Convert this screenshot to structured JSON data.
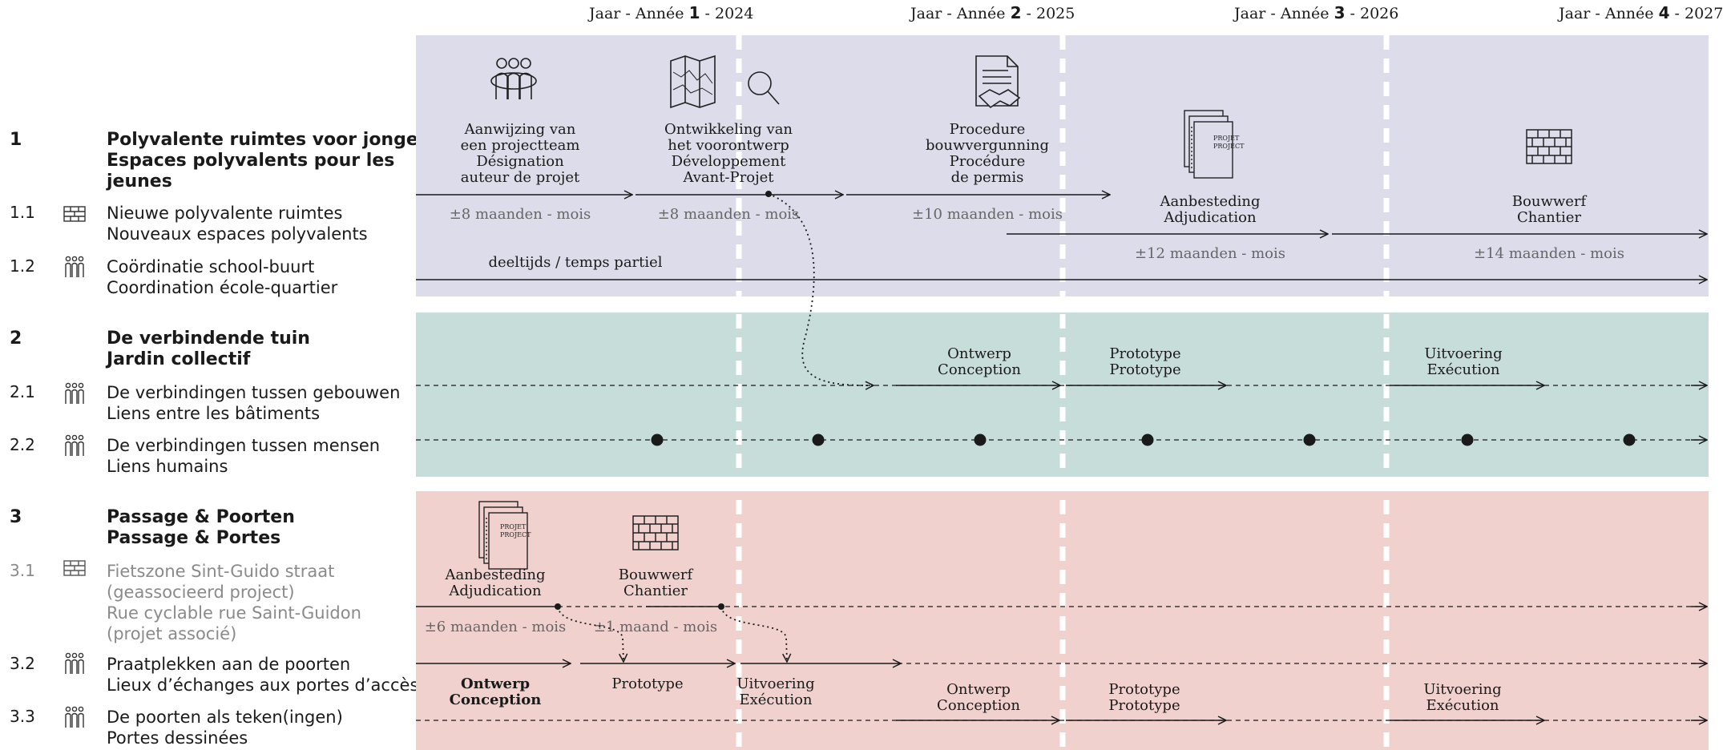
{
  "colors": {
    "band1": "#dcdceb",
    "band2": "#c6ddda",
    "band3": "#f0d1cd",
    "line": "#1a1a1a"
  },
  "years": [
    {
      "pre": "Jaar - Année ",
      "num": "1",
      "post": " - 2024"
    },
    {
      "pre": "Jaar - Année ",
      "num": "2",
      "post": " - 2025"
    },
    {
      "pre": "Jaar - Année ",
      "num": "3",
      "post": " - 2026"
    },
    {
      "pre": "Jaar - Année ",
      "num": "4",
      "post": " - 2027"
    }
  ],
  "sections": [
    {
      "num": "1",
      "title": [
        "Polyvalente ruimtes voor jongeren",
        "Espaces polyvalents pour les",
        "jeunes"
      ]
    },
    {
      "num": "2",
      "title": [
        "De verbindende tuin",
        "Jardin collectif"
      ]
    },
    {
      "num": "3",
      "title": [
        "Passage & Poorten",
        "Passage & Portes"
      ]
    }
  ],
  "rows": [
    {
      "num": "1.1",
      "icon": "bricks-icon",
      "lines": [
        "Nieuwe polyvalente ruimtes",
        "Nouveaux espaces polyvalents"
      ]
    },
    {
      "num": "1.2",
      "icon": "people-icon",
      "lines": [
        "Coördinatie school-buurt",
        "Coordination école-quartier"
      ]
    },
    {
      "num": "2.1",
      "icon": "people-icon",
      "lines": [
        "De verbindingen tussen gebouwen",
        "Liens entre les bâtiments"
      ]
    },
    {
      "num": "2.2",
      "icon": "people-icon",
      "lines": [
        "De verbindingen tussen mensen",
        "Liens humains"
      ]
    },
    {
      "num": "3.1",
      "icon": "bricks-icon",
      "lines": [
        "Fietszone Sint-Guido straat",
        "(geassocieerd project)",
        "Rue cyclable rue Saint-Guidon",
        "(projet associé)"
      ]
    },
    {
      "num": "3.2",
      "icon": "people-icon",
      "lines": [
        "Praatplekken aan de poorten",
        "Lieux d’échanges aux portes d’accès"
      ]
    },
    {
      "num": "3.3",
      "icon": "people-icon",
      "lines": [
        "De poorten als teken(ingen)",
        "Portes dessinées"
      ]
    }
  ],
  "timeline": {
    "s1": {
      "team": [
        "Aanwijzing van",
        "een projectteam",
        "Désignation",
        "auteur de projet"
      ],
      "team_dur": "±8 maanden - mois",
      "avp": [
        "Ontwikkeling van",
        "het voorontwerp",
        "Développement",
        "Avant-Projet"
      ],
      "avp_dur": "±8 maanden - mois",
      "permit": [
        "Procedure",
        "bouwvergunning",
        "Procédure",
        "de permis"
      ],
      "permit_dur": "±10 maanden - mois",
      "tender": [
        "Aanbesteding",
        "Adjudication"
      ],
      "tender_dur": "±12 maanden - mois",
      "site": [
        "Bouwwerf",
        "Chantier"
      ],
      "site_dur": "±14 maanden - mois",
      "parttime": "deeltijds / temps partiel",
      "doc_stamp": [
        "PROJET",
        "PROJECT"
      ]
    },
    "s2": {
      "design": [
        "Ontwerp",
        "Conception"
      ],
      "proto": [
        "Prototype",
        "Prototype"
      ],
      "exec": [
        "Uitvoering",
        "Exécution"
      ]
    },
    "s3": {
      "tender": [
        "Aanbesteding",
        "Adjudication"
      ],
      "tender_dur": "±6 maanden - mois",
      "site": [
        "Bouwwerf",
        "Chantier"
      ],
      "site_dur": "±1 maand - mois",
      "design_bold": [
        "Ontwerp",
        "Conception"
      ],
      "proto": "Prototype",
      "exec": [
        "Uitvoering",
        "Exécution"
      ],
      "design": [
        "Ontwerp",
        "Conception"
      ],
      "proto2": [
        "Prototype",
        "Prototype"
      ],
      "exec2": [
        "Uitvoering",
        "Exécution"
      ],
      "doc_stamp": [
        "PROJET",
        "PROJECT"
      ]
    }
  }
}
